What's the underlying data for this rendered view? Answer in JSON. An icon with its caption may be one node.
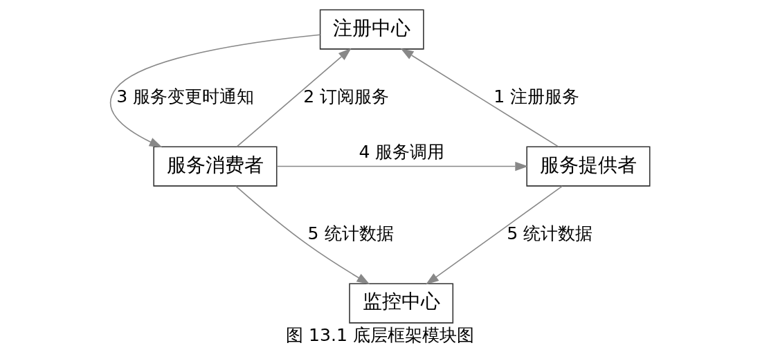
{
  "diagram": {
    "caption": "图 13.1 底层框架模块图",
    "nodes": [
      {
        "text": [
          "注册中心"
        ]
      },
      {
        "text": [
          "服务消费者"
        ]
      },
      {
        "text": [
          "服务提供者"
        ]
      },
      {
        "text": [
          "监控中心"
        ]
      }
    ],
    "edges": [
      {
        "from": 2,
        "to": 0,
        "arrow": "to",
        "label": "1 注册服务"
      },
      {
        "from": 1,
        "to": 0,
        "arrow": "to",
        "label": "2 订阅服务"
      },
      {
        "from": 0,
        "to": 1,
        "arrow": "to",
        "label": "3 服务变更时通知"
      },
      {
        "from": 1,
        "to": 2,
        "arrow": "to",
        "label": "4 服务调用"
      },
      {
        "from": 1,
        "to": 3,
        "arrow": "to",
        "label": "5 统计数据"
      },
      {
        "from": 2,
        "to": 3,
        "arrow": "to",
        "label": "5 统计数据"
      }
    ]
  }
}
